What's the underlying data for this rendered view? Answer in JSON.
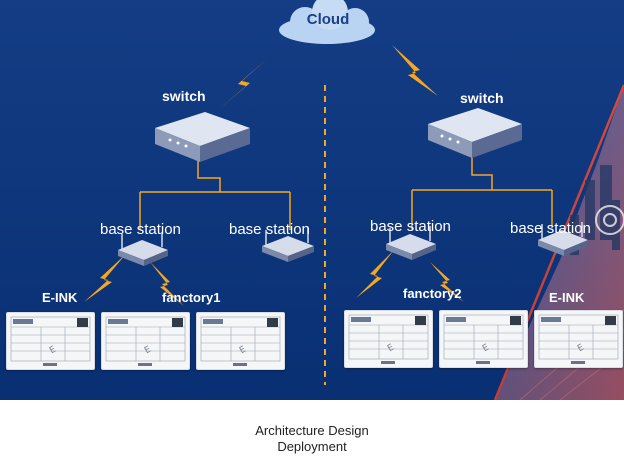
{
  "cloud": {
    "label": "Cloud"
  },
  "left": {
    "switch_label": "switch",
    "base_station_1": "base station",
    "base_station_2": "base station",
    "group_label_a": "E-INK",
    "group_label_b": "fanctory1"
  },
  "right": {
    "switch_label": "switch",
    "base_station_1": "base station",
    "base_station_2": "base station",
    "group_label_a": "fanctory2",
    "group_label_b": "E-INK"
  },
  "caption": {
    "line1": "Architecture Design",
    "line2": "Deployment"
  },
  "colors": {
    "panel": "#0a3580",
    "link": "#f5a623",
    "accent": "#d9443a"
  }
}
